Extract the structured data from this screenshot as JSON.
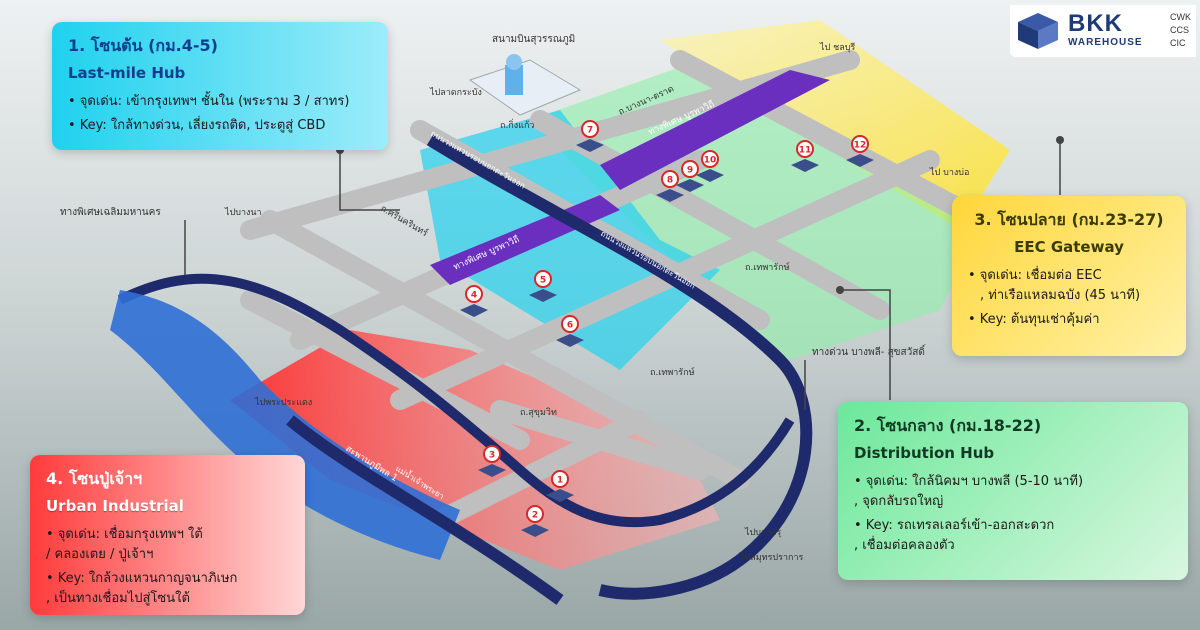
{
  "brand": {
    "name": "BKK",
    "subtitle": "WAREHOUSE",
    "codes": [
      "CWK",
      "CCS",
      "CIC"
    ],
    "color": "#1f3a78"
  },
  "zones": [
    {
      "title": "1. โซนต้น (กม.4-5)",
      "subtitle": "Last-mile Hub",
      "points": [
        "• จุดเด่น: เข้ากรุงเทพฯ ชั้นใน (พระราม 3 / สาทร)",
        "• Key: ใกล้ทางด่วน, เลี่ยงรถติด, ประตูสู่ CBD"
      ],
      "color": "#1fd1ee"
    },
    {
      "title": "2. โซนกลาง (กม.18-22)",
      "subtitle": "Distribution Hub",
      "points": [
        "• จุดเด่น: ใกล้นิคมฯ บางพลี (5-10 นาที)",
        ", จุดกลับรถใหญ่",
        "• Key: รถเทรลเลอร์เข้า-ออกสะดวก",
        ", เชื่อมต่อคลองตัว"
      ],
      "color": "#6ce89a"
    },
    {
      "title": "3. โซนปลาย (กม.23-27)",
      "subtitle": "EEC Gateway",
      "points": [
        "• จุดเด่น: เชื่อมต่อ EEC",
        ", ท่าเรือแหลมฉบัง (45 นาที)",
        "• Key: ต้นทุนเช่าคุ้มค่า"
      ],
      "color": "#ffd63a"
    },
    {
      "title": "4. โซนปู่เจ้าฯ",
      "subtitle": "Urban Industrial",
      "points": [
        "• จุดเด่น: เชื่อมกรุงเทพฯ ใต้",
        "/ คลองเตย / ปู่เจ้าฯ",
        "• Key: ใกล้วงแหวนกาญจนาภิเษก",
        ", เป็นทางเชื่อมไปสู่โซนใต้"
      ],
      "color": "#ff3b3b"
    }
  ],
  "map": {
    "labels": {
      "airport": "สนามบินสุวรรณภูมิ",
      "expressway_chaloem": "ทางพิเศษเฉลิมมหานคร",
      "expressway_bangphli": "ทางด่วน บางพลี- สุขสวัสดิ์",
      "to_chonburi": "ไป ชลบุรี",
      "to_bangbo": "ไป บางบ่อ",
      "to_lat_krabang": "ไปลาดกระบัง",
      "to_bang_na": "ไปบางนา",
      "to_samut_prakan": "ไปสมุทรปราการ",
      "to_phra_pradaeng": "ไปพระประแดง",
      "to_bang_khru": "ไปบางครุ",
      "bang_na_trat_road": "ถ.บางนา-ตราด",
      "thepharak_road": "ถ.เทพารักษ์",
      "srinakarin_road": "ถ.ศรีนครินทร์",
      "sukhumvit_road": "ถ.สุขุมวิท",
      "kingkaew_road": "ถ.กิ่งแก้ว",
      "theparak_road_2": "ถ.เทพารักษ์",
      "burapha_expressway_1": "ทางพิเศษ บูรพาวิถี",
      "burapha_expressway_2": "ทางพิเศษ บูรพาวิถี",
      "outer_ring": "ถนนวงแหวนรอบนอกตะวันออก",
      "outer_ring_2": "ถนนวงแหวนรอบนอกตะวันออก",
      "chao_phraya": "แม่น้ำเจ้าพระยา",
      "bhumibol_bridge": "สะพานภูมิพล 1"
    },
    "warehouses": [
      "1",
      "2",
      "3",
      "4",
      "5",
      "6",
      "7",
      "8",
      "9",
      "10",
      "11",
      "12"
    ]
  }
}
